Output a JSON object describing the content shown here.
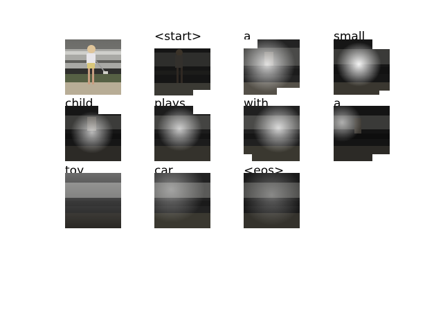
{
  "caption_words": [
    "<start>",
    "a",
    "small",
    "child",
    "plays",
    "with",
    "a",
    "toy",
    "car",
    "<eos>"
  ],
  "image_alt": "Child standing near a car holding a toy",
  "colors": {
    "photo_dark": "#1a1a1a",
    "photo_mid": "#3d3d3d",
    "car_light": "#8a8a88",
    "grass": "#4d5a3a",
    "ground": "#a89f8c",
    "attention": "#ffffff"
  }
}
